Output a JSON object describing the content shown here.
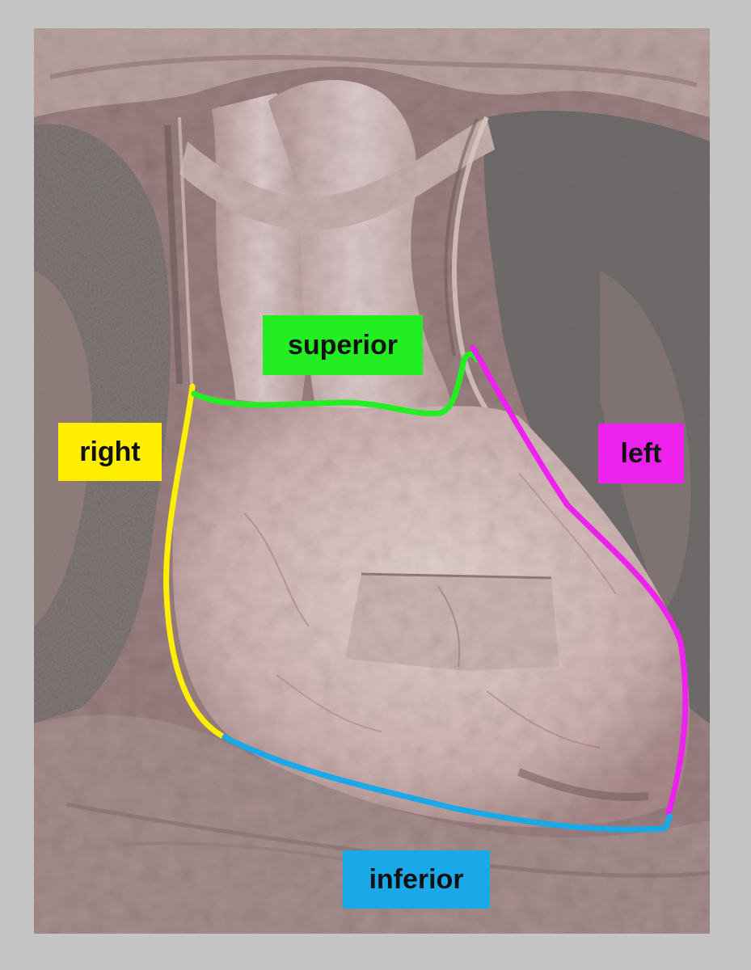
{
  "labels": {
    "superior": "superior",
    "right": "right",
    "left": "left",
    "inferior": "inferior"
  },
  "colors": {
    "superior": "#22ee22",
    "right": "#ffee00",
    "left": "#ee22ee",
    "inferior": "#1aa9e8",
    "page_background": "#c4c4c4"
  }
}
